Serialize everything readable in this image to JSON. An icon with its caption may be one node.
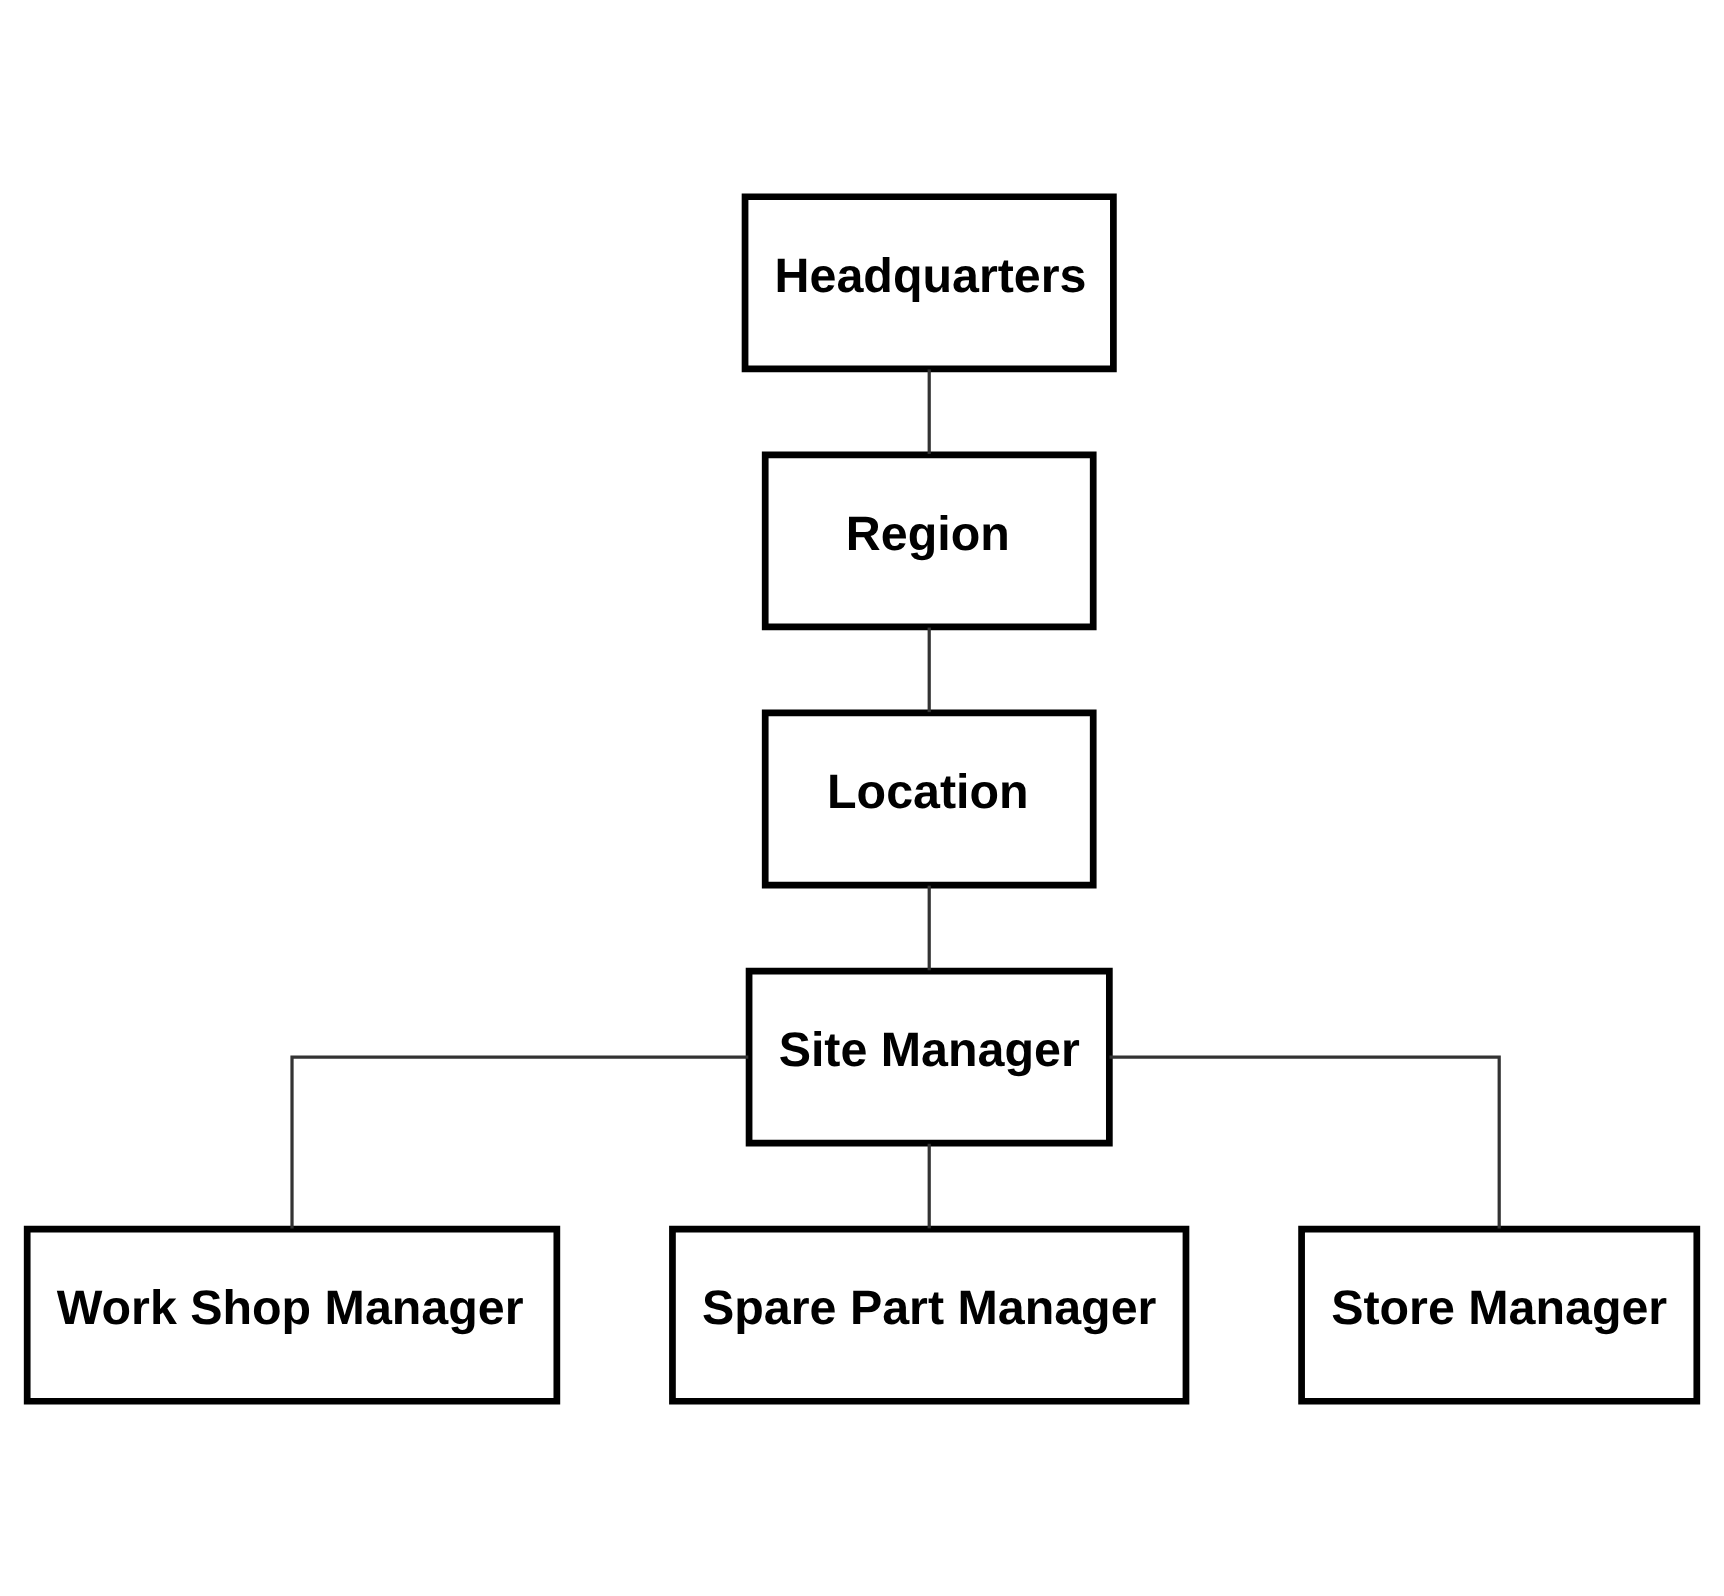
{
  "diagram": {
    "nodes": [
      {
        "text": [
          "Headquarters"
        ]
      },
      {
        "text": [
          "Region"
        ]
      },
      {
        "text": [
          "Location"
        ]
      },
      {
        "text": [
          "Site Manager"
        ]
      },
      {
        "text": [
          "Work Shop Manager"
        ]
      },
      {
        "text": [
          "Spare Part Manager"
        ]
      },
      {
        "text": [
          "Store Manager"
        ]
      }
    ],
    "edges": [
      {
        "from": 0,
        "to": 1,
        "arrow": "none"
      },
      {
        "from": 1,
        "to": 2,
        "arrow": "none"
      },
      {
        "from": 2,
        "to": 3,
        "arrow": "none"
      },
      {
        "from": 3,
        "to": 4,
        "arrow": "none"
      },
      {
        "from": 3,
        "to": 5,
        "arrow": "none"
      },
      {
        "from": 3,
        "to": 6,
        "arrow": "none"
      }
    ]
  }
}
